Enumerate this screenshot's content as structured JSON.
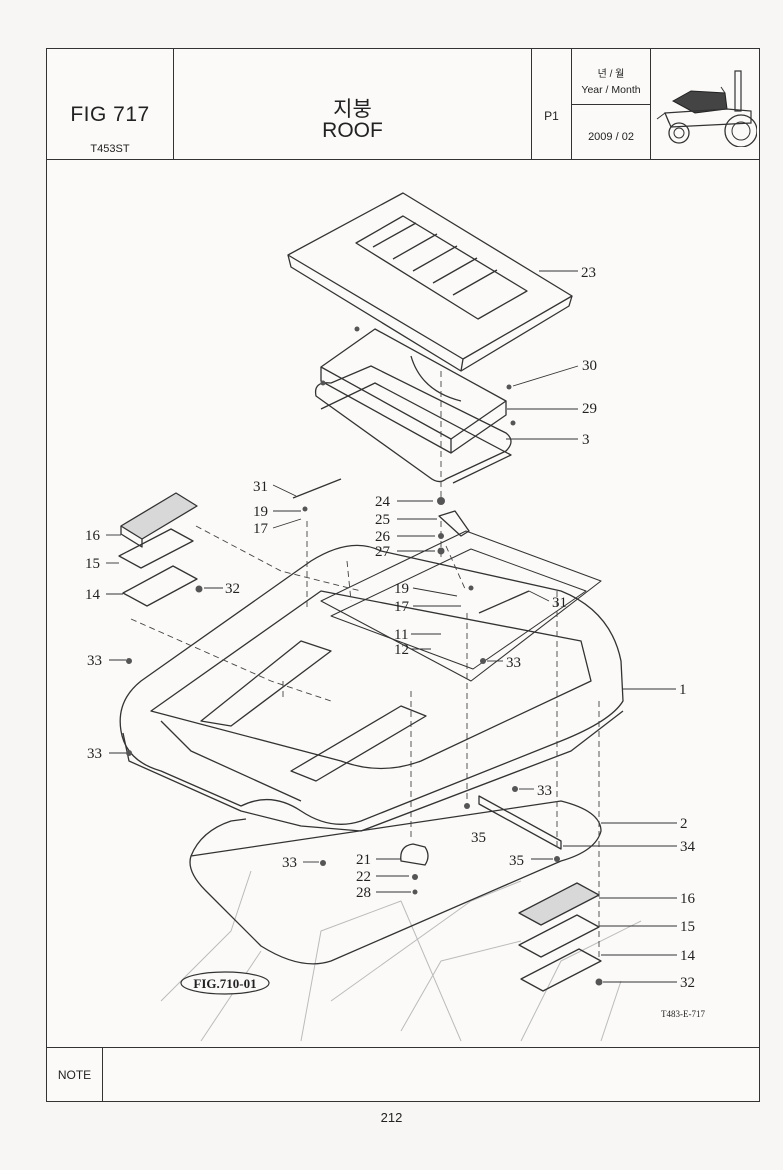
{
  "header": {
    "fig_number": "FIG 717",
    "model": "T453ST",
    "title_ko": "지붕",
    "title_en": "ROOF",
    "page": "P1",
    "year_month_ko": "년 / 월",
    "year_month_en": "Year / Month",
    "date": "2009 / 02"
  },
  "diagram": {
    "reference_figure": "FIG.710-01",
    "drawing_code": "T483-E-717",
    "callouts": {
      "c23": "23",
      "c30": "30",
      "c29": "29",
      "c3": "3",
      "c31a": "31",
      "c19a": "19",
      "c17a": "17",
      "c24": "24",
      "c25": "25",
      "c26": "26",
      "c27": "27",
      "c16a": "16",
      "c15a": "15",
      "c14a": "14",
      "c32a": "32",
      "c19b": "19",
      "c17b": "17",
      "c31b": "31",
      "c11": "11",
      "c12": "12",
      "c33a": "33",
      "c33b": "33",
      "c1": "1",
      "c33c": "33",
      "c33d": "33",
      "c35a": "35",
      "c2": "2",
      "c34": "34",
      "c33e": "33",
      "c21": "21",
      "c22": "22",
      "c28": "28",
      "c35b": "35",
      "c16b": "16",
      "c15b": "15",
      "c14b": "14",
      "c32b": "32"
    }
  },
  "note": {
    "label": "NOTE"
  },
  "footer": {
    "page_number": "212"
  }
}
